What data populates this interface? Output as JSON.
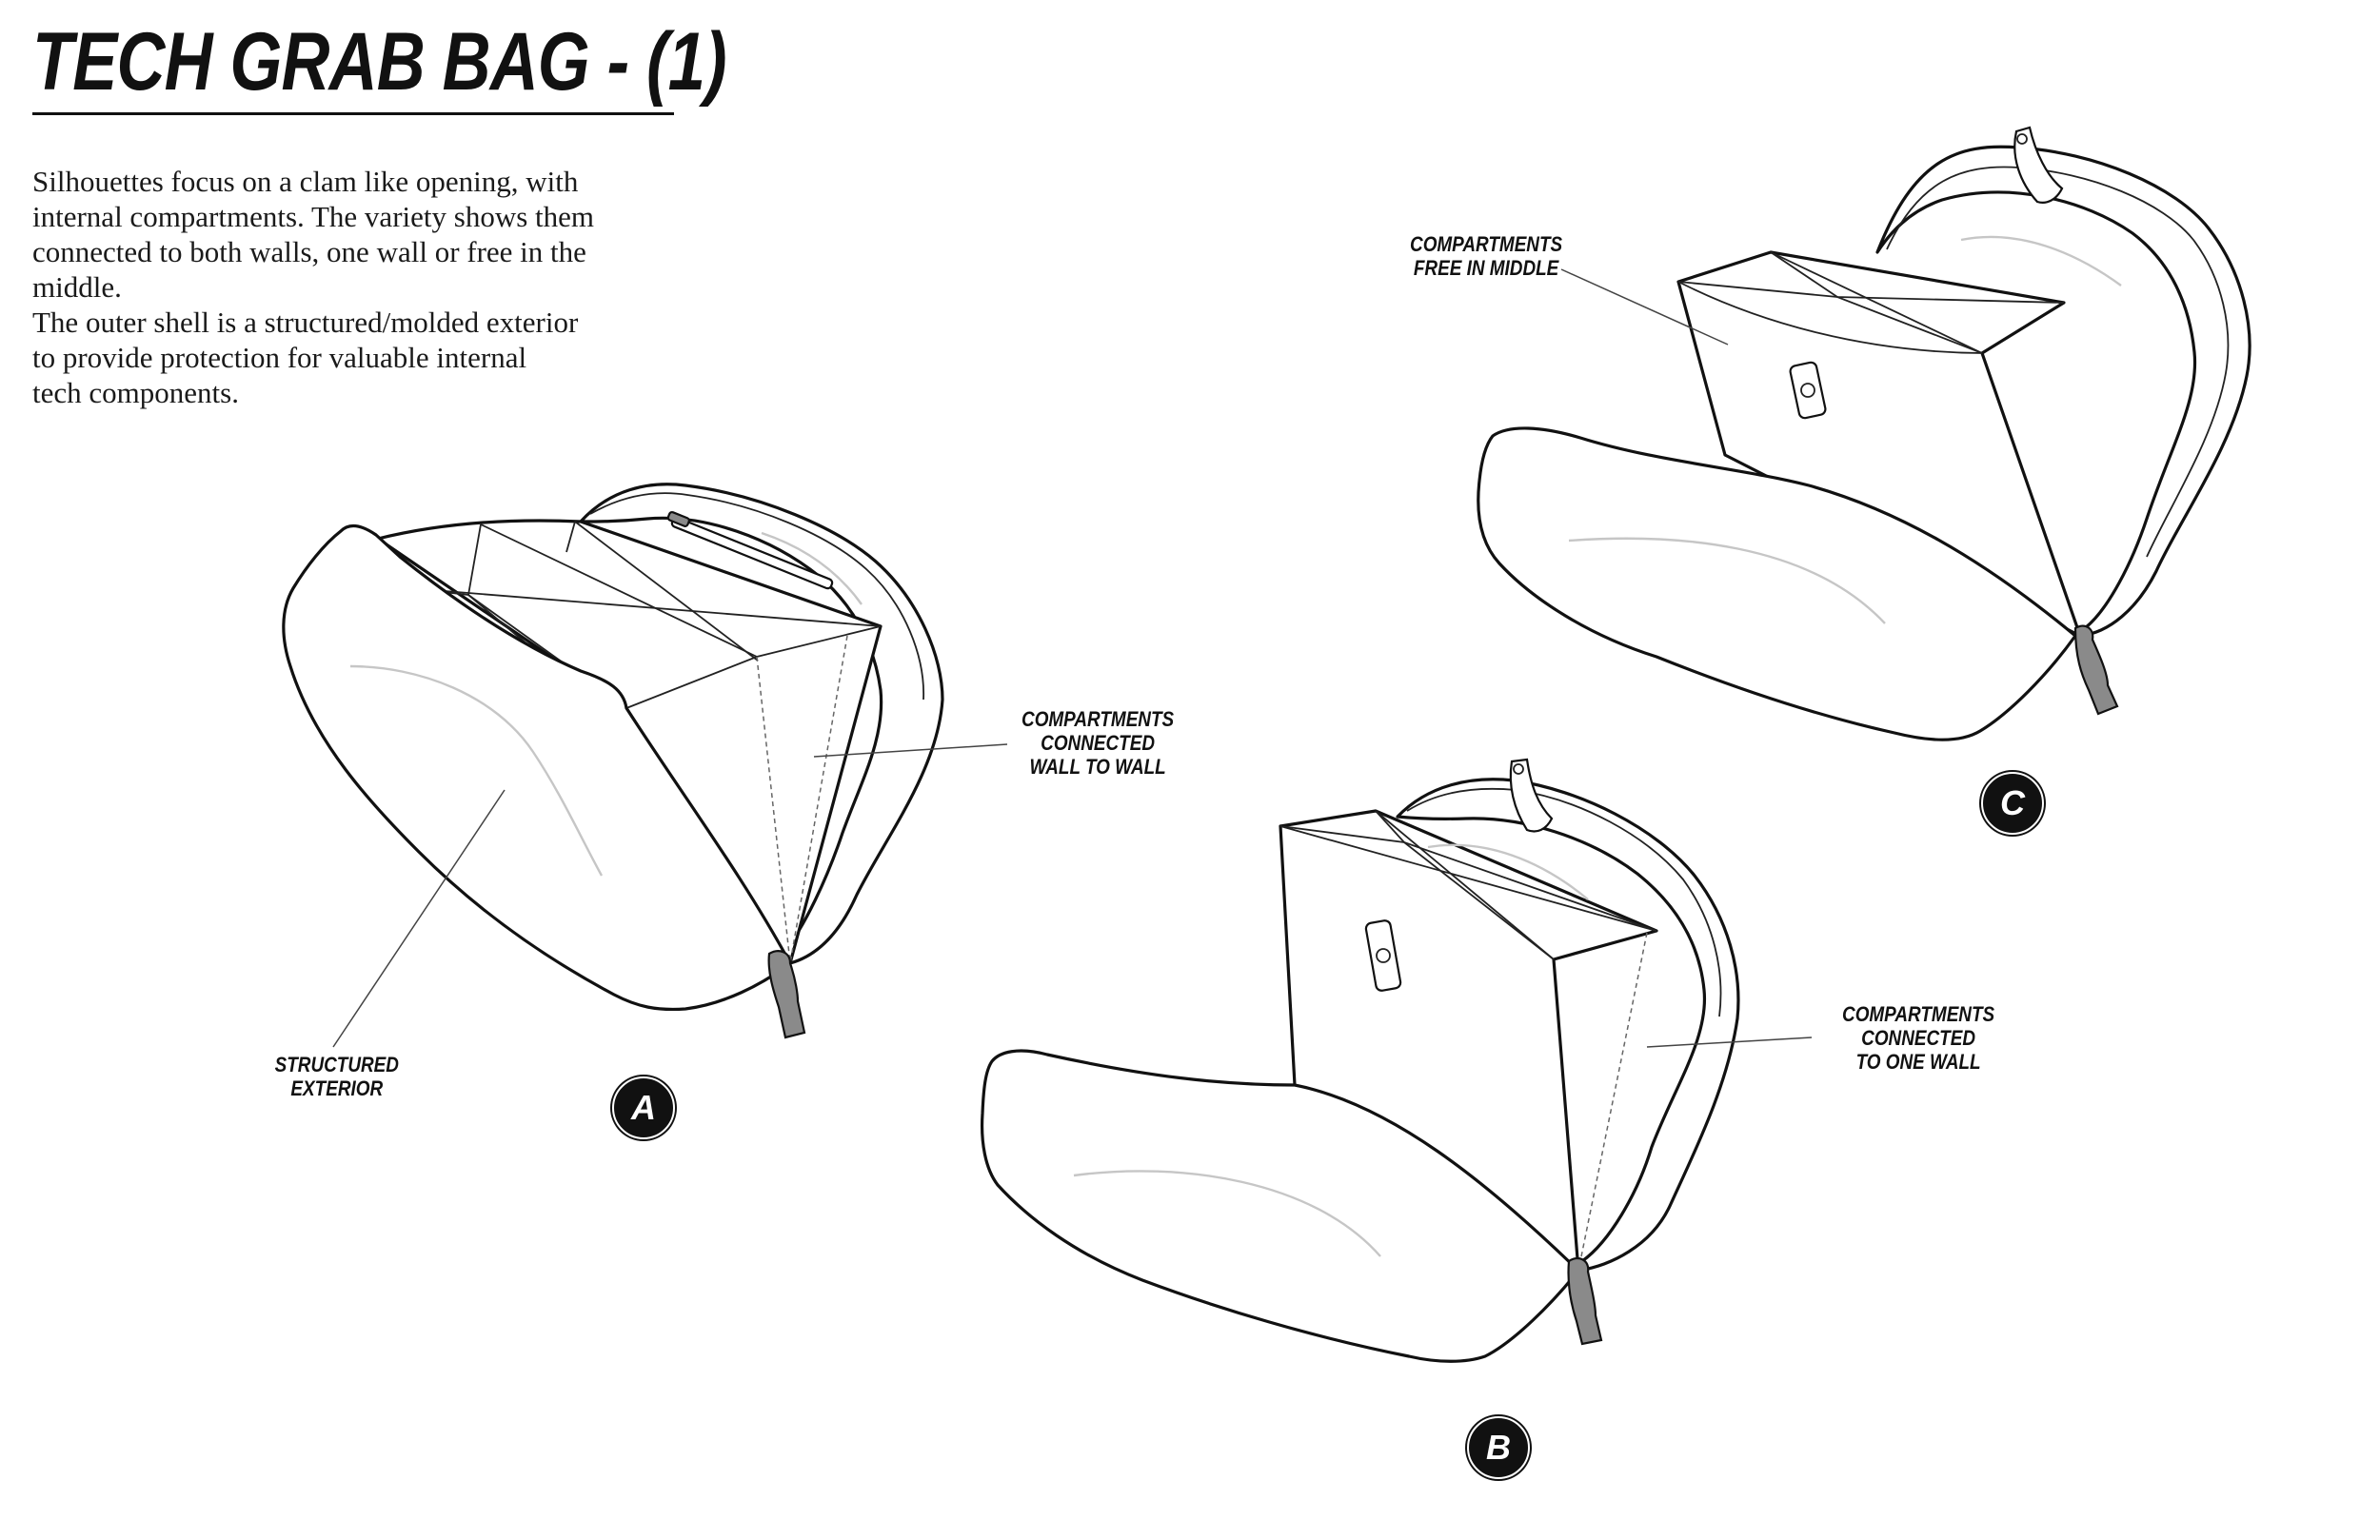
{
  "title": "TECH GRAB BAG - (1)",
  "description": {
    "line1": "Silhouettes focus on a clam like opening, with",
    "line2": "internal compartments. The variety shows them",
    "line3": "connected to both walls, one wall or free in the",
    "line4": "middle.",
    "line5": "The outer shell is a structured/molded exterior",
    "line6": "to provide protection for valuable internal",
    "line7": "tech components."
  },
  "callouts": {
    "free_middle": {
      "line1": "COMPARTMENTS",
      "line2": "FREE IN MIDDLE"
    },
    "wall_to_wall": {
      "line1": "COMPARTMENTS",
      "line2": "CONNECTED",
      "line3": "WALL TO WALL"
    },
    "structured_exterior": {
      "line1": "STRUCTURED",
      "line2": "EXTERIOR"
    },
    "one_wall": {
      "line1": "COMPARTMENTS",
      "line2": "CONNECTED",
      "line3": "TO ONE WALL"
    }
  },
  "variants": {
    "a": "A",
    "b": "B",
    "c": "C"
  },
  "colors": {
    "ink": "#111111",
    "zipper_pull": "#8a8a8a",
    "highlight": "#c6c6c6"
  }
}
